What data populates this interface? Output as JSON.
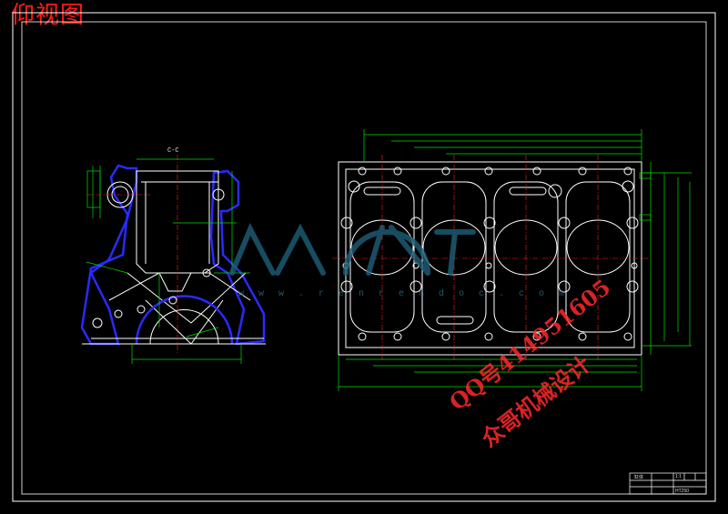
{
  "title": "仰视图",
  "section_label": "C-C",
  "watermark": {
    "qq": "QQ号414951605",
    "sub": "众哥机械设计",
    "url": "w w w . r e n r e n d o c . c o m"
  },
  "title_block": {
    "name": "缸体",
    "scale": "1:1",
    "material": "HT250"
  },
  "colors": {
    "background": "#000000",
    "frame": "#ffffff",
    "outline": "#ffffff",
    "dimension": "#00e000",
    "center_line": "#ff2020",
    "section": "#1a1aff",
    "watermark_red": "#ff2020",
    "watermark_logo": "#1e5f78"
  }
}
